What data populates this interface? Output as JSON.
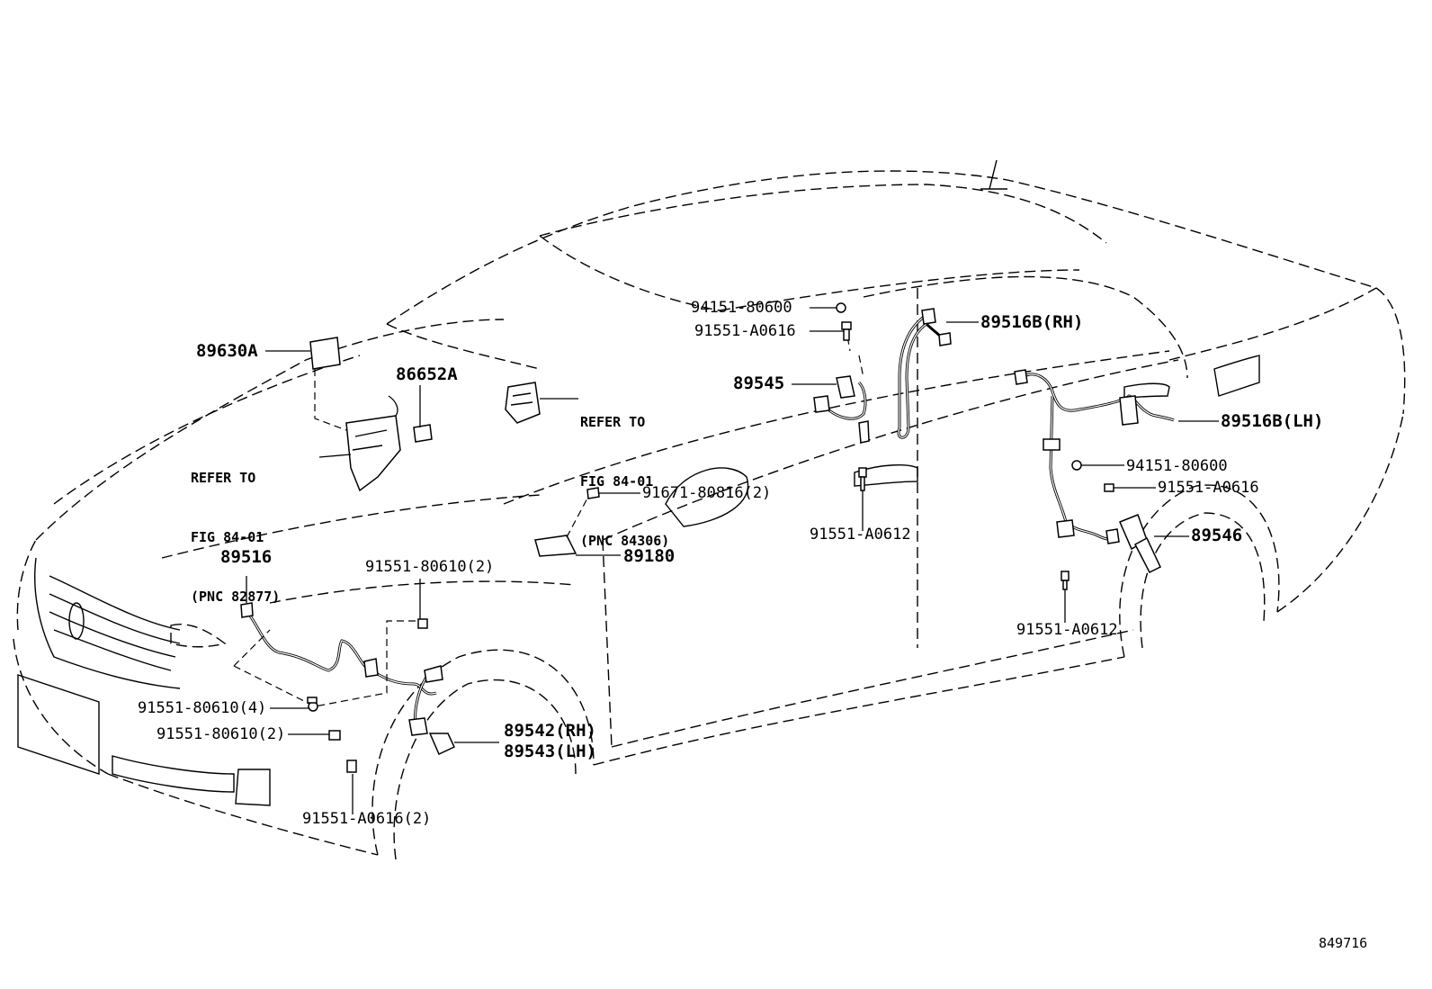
{
  "labels": {
    "p89630A": "89630A",
    "p86652A": "86652A",
    "ref_left": [
      "REFER TO",
      "FIG 84-01",
      "(PNC 82877)"
    ],
    "ref_center": [
      "REFER TO",
      "FIG 84-01",
      "(PNC 84306)"
    ],
    "p94151_80600_top": "94151-80600",
    "p91551_A0616_top": "91551-A0616",
    "p89516B_RH": "89516B(RH)",
    "p89545": "89545",
    "p89516B_LH": "89516B(LH)",
    "p94151_80600_right": "94151-80600",
    "p91551_A0616_right": "91551-A0616",
    "p89546": "89546",
    "p91671_80816": "91671-80816(2)",
    "p91551_A0612_mid": "91551-A0612",
    "p89180": "89180",
    "p89516": "89516",
    "p91551_80610_2_top": "91551-80610(2)",
    "p91551_A0612_right": "91551-A0612",
    "p91551_80610_4": "91551-80610(4)",
    "p91551_80610_2_low": "91551-80610(2)",
    "p89542_RH": "89542(RH)",
    "p89543_LH": "89543(LH)",
    "p91551_A0616_2": "91551-A0616(2)",
    "illustration_no": "849716"
  }
}
